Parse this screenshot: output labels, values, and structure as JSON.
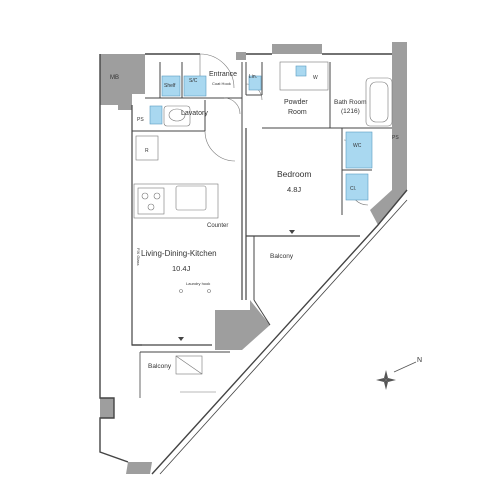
{
  "rooms": {
    "mb": "MB",
    "shelf": "Shelf",
    "sc": "S/C",
    "entrance": "Entrance",
    "coat_hook": "Coat Hook",
    "lin": "Lin.",
    "w": "W",
    "powder_room_1": "Powder",
    "powder_room_2": "Room",
    "bath_room_1": "Bath Room",
    "bath_room_2": "(1216)",
    "ps_left": "PS",
    "lavatory": "Lavatory",
    "ps_right": "PS",
    "r": "R",
    "wc": "WC",
    "bedroom": "Bedroom",
    "bedroom_size": "4.8J",
    "cl": "Cl.",
    "counter": "Counter",
    "balcony_right": "Balcony",
    "ldk": "Living-Dining-Kitchen",
    "ldk_size": "10.4J",
    "laundry_hook": "Laundry hook",
    "side_note": "FIX Glass",
    "balcony_bottom": "Balcony"
  },
  "compass": {
    "north": "N"
  },
  "colors": {
    "wall": "#9e9e9e",
    "fixture": "#a9d8f0",
    "line": "#444444"
  }
}
